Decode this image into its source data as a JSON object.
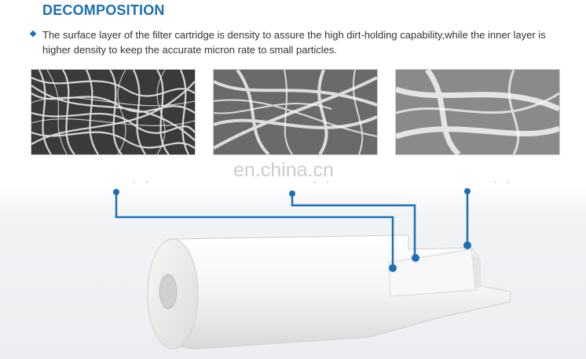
{
  "header": {
    "title": "DECOMPOSITION",
    "description": "The surface layer of the filter cartridge is density to assure the high dirt-holding capability,while the inner layer is higher density to keep the accurate micron rate to small particles."
  },
  "watermark": "en.china.cn",
  "colors": {
    "accent": "#1b6fb5",
    "text": "#333333"
  },
  "icons": {
    "bullet": "diamond-bullet-icon",
    "pointer": "line-connector-icon"
  }
}
